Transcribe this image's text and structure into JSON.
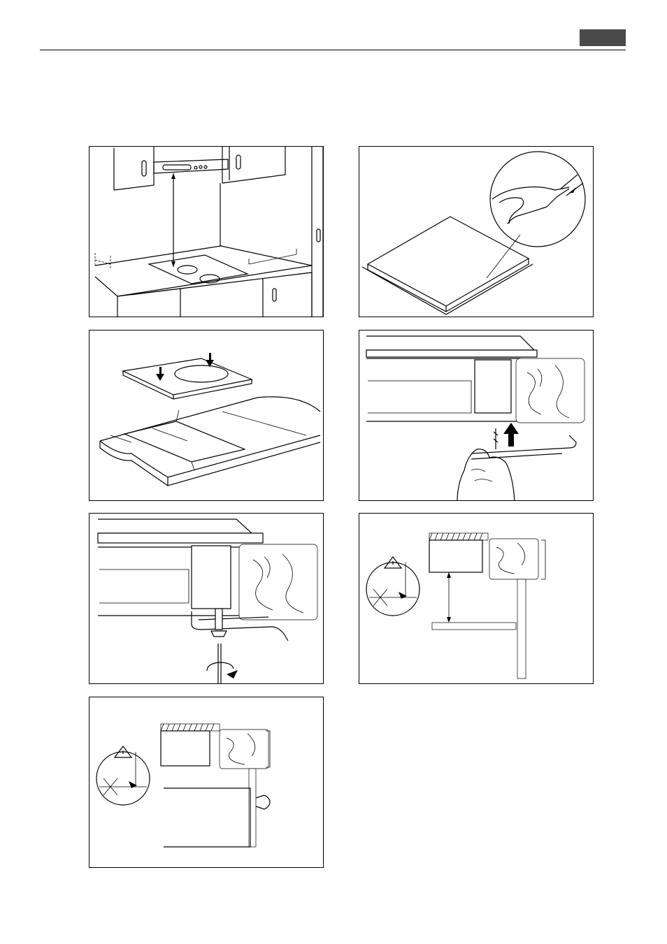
{
  "page": {
    "header_tab_color": "#4a4a4a",
    "rule_color": "#000000"
  },
  "figures": [
    {
      "id": "fig-clearances",
      "icon": "hood-clearance-illustration"
    },
    {
      "id": "fig-seal-strip",
      "icon": "seal-strip-illustration"
    },
    {
      "id": "fig-cutout",
      "icon": "worktop-cutout-illustration"
    },
    {
      "id": "fig-bracket",
      "icon": "bracket-insertion-illustration"
    },
    {
      "id": "fig-screw-tighten",
      "icon": "screw-tighten-illustration"
    },
    {
      "id": "fig-shelf-gap",
      "icon": "shelf-gap-warning-illustration"
    },
    {
      "id": "fig-door-gap",
      "icon": "door-gap-warning-illustration"
    }
  ]
}
